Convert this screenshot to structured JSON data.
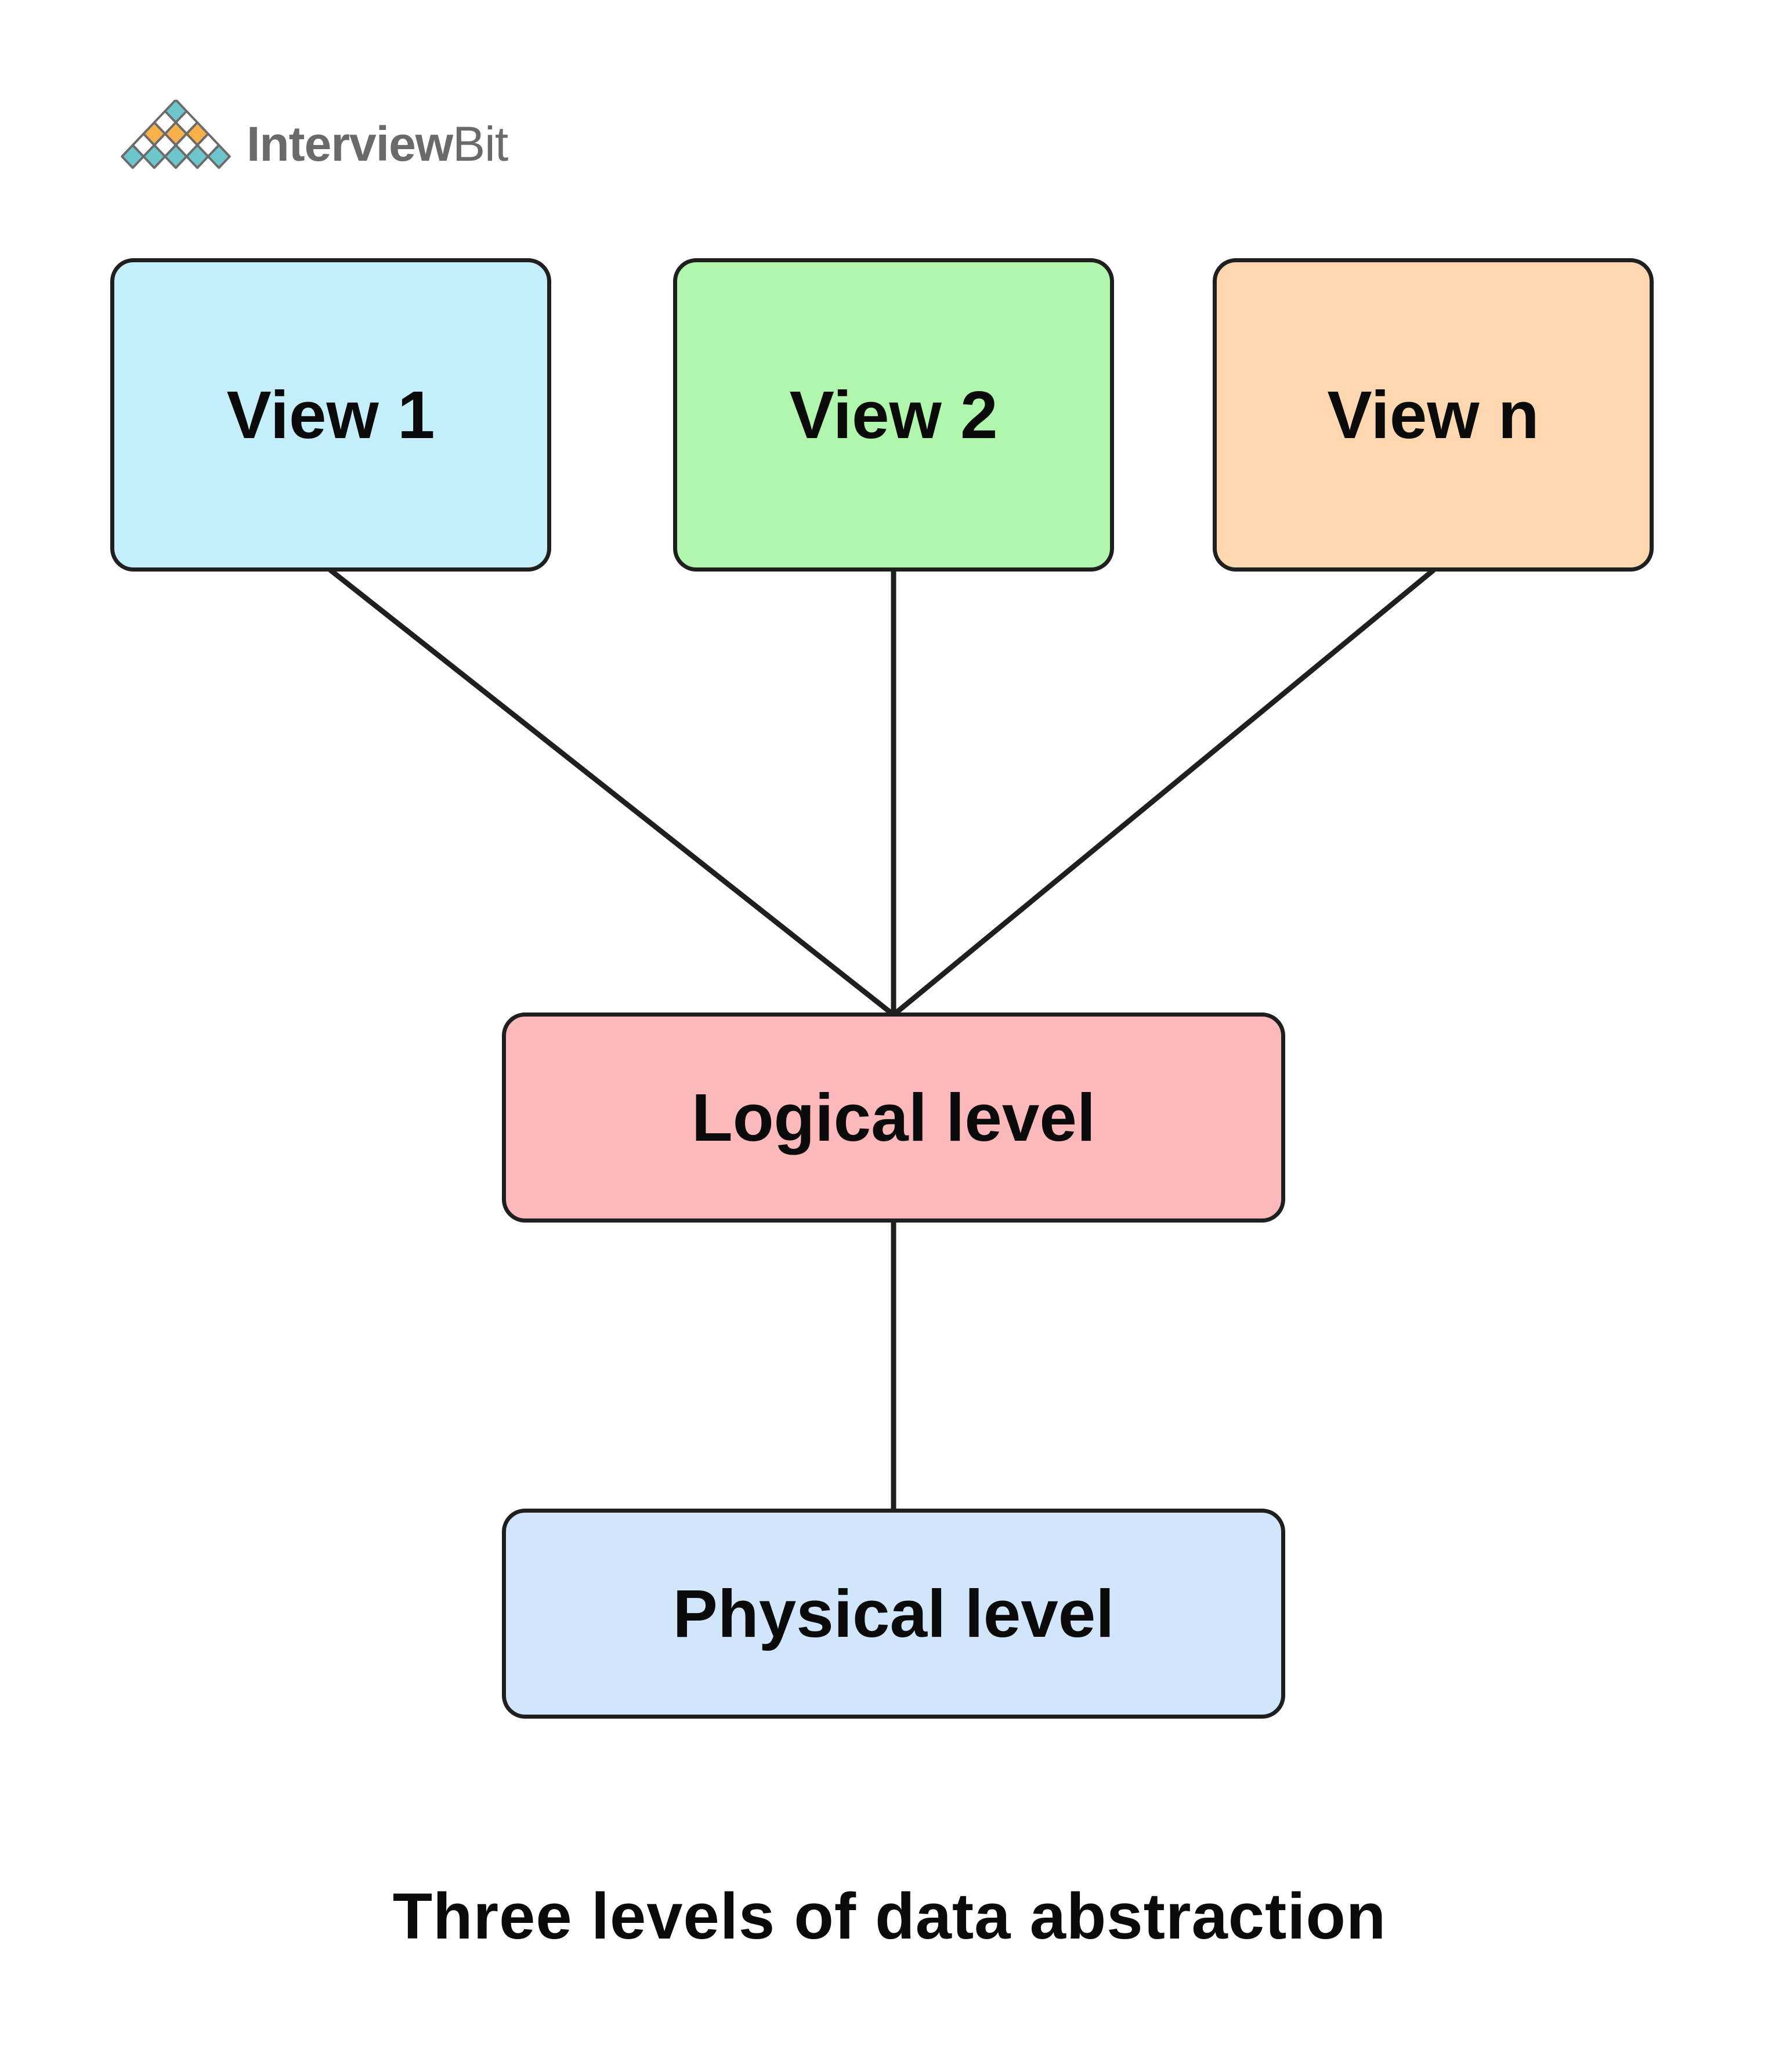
{
  "logo": {
    "brand_bold": "Interview",
    "brand_light": "Bit",
    "text_color": "#6a6a6a",
    "pyramid": {
      "rows": [
        [
          "teal"
        ],
        [
          "white",
          "white"
        ],
        [
          "orange",
          "orange",
          "orange"
        ],
        [
          "white",
          "white",
          "white",
          "white"
        ],
        [
          "teal",
          "teal",
          "teal",
          "teal",
          "teal"
        ]
      ],
      "colors": {
        "teal": "#6ec6cd",
        "orange": "#f8b04a",
        "white": "#ffffff",
        "border": "#6b6b6b"
      }
    }
  },
  "nodes": {
    "view1": {
      "label": "View 1",
      "fill": "#c4eefa"
    },
    "view2": {
      "label": "View 2",
      "fill": "#b0f6ac"
    },
    "viewn": {
      "label": "View n",
      "fill": "#fcd7b0"
    },
    "logical": {
      "label": "Logical level",
      "fill": "#fbb9bc"
    },
    "physical": {
      "label": "Physical level",
      "fill": "#d2e6fb"
    }
  },
  "edges": [
    {
      "from": "view1",
      "to": "logical"
    },
    {
      "from": "view2",
      "to": "logical"
    },
    {
      "from": "viewn",
      "to": "logical"
    },
    {
      "from": "logical",
      "to": "physical"
    }
  ],
  "caption": "Three levels of data abstraction",
  "colors": {
    "edge": "#1f1f1f",
    "node_border": "#1f1f1f",
    "background": "#ffffff",
    "label_text": "#0b0b0b"
  }
}
